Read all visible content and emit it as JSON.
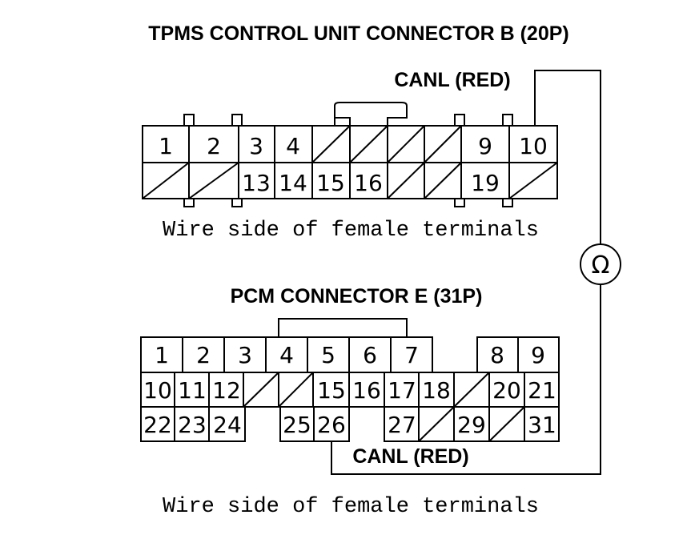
{
  "tpms": {
    "title": "TPMS CONTROL UNIT CONNECTOR B (20P)",
    "wire_label": "CANL (RED)",
    "caption": "Wire side of female terminals",
    "pins": {
      "p1": "1",
      "p2": "2",
      "p3": "3",
      "p4": "4",
      "p9": "9",
      "p10": "10",
      "p13": "13",
      "p14": "14",
      "p15": "15",
      "p16": "16",
      "p19": "19"
    }
  },
  "pcm": {
    "title": "PCM CONNECTOR E (31P)",
    "wire_label": "CANL (RED)",
    "caption": "Wire side of female terminals",
    "pins": {
      "p1": "1",
      "p2": "2",
      "p3": "3",
      "p4": "4",
      "p5": "5",
      "p6": "6",
      "p7": "7",
      "p8": "8",
      "p9": "9",
      "p10": "10",
      "p11": "11",
      "p12": "12",
      "p15": "15",
      "p16": "16",
      "p17": "17",
      "p18": "18",
      "p20": "20",
      "p21": "21",
      "p22": "22",
      "p23": "23",
      "p24": "24",
      "p25": "25",
      "p26": "26",
      "p27": "27",
      "p29": "29",
      "p31": "31"
    }
  },
  "meter": {
    "symbol": "Ω"
  }
}
